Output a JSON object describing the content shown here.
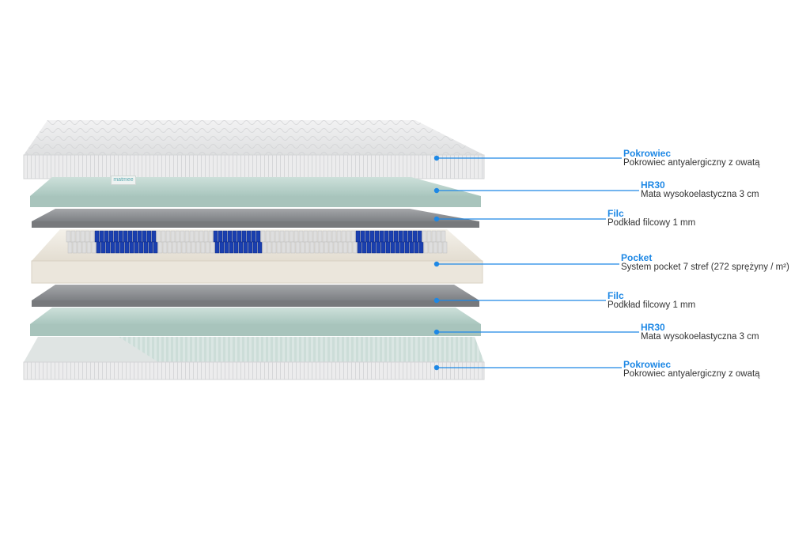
{
  "brand_tag": "matmee",
  "layers": [
    {
      "title": "Pokrowiec",
      "subtitle": "Pokrowiec antyalergiczny z owatą"
    },
    {
      "title": "HR30",
      "subtitle": "Mata wysokoelastyczna 3 cm"
    },
    {
      "title": "Filc",
      "subtitle": "Podkład filcowy 1 mm"
    },
    {
      "title": "Pocket",
      "subtitle": "System pocket 7 stref (272 sprężyny / m²)"
    },
    {
      "title": "Filc",
      "subtitle": "Podkład filcowy 1 mm"
    },
    {
      "title": "HR30",
      "subtitle": "Mata wysokoelastyczna 3 cm"
    },
    {
      "title": "Pokrowiec",
      "subtitle": "Pokrowiec antyalergiczny z owatą"
    }
  ],
  "colors": {
    "accent": "#1e88e5",
    "cover": "#e6e7e8",
    "foam": "#b9d3cc",
    "felt": "#8d8f92",
    "pocket_frame": "#ece7dd",
    "spring_blue": "#1a3fb0",
    "spring_white": "#dedede"
  }
}
